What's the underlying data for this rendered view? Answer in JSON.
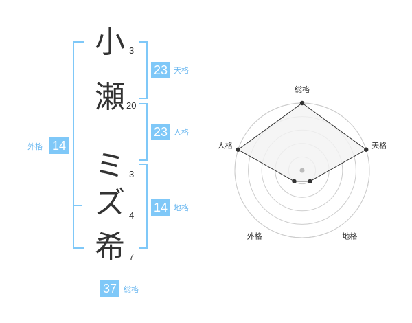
{
  "chars": [
    {
      "char": "小",
      "strokes": "3"
    },
    {
      "char": "瀬",
      "strokes": "20"
    },
    {
      "char": "ミ",
      "strokes": "3"
    },
    {
      "char": "ズ",
      "strokes": "4"
    },
    {
      "char": "希",
      "strokes": "7"
    }
  ],
  "fortunes": {
    "tenkaku": {
      "value": "23",
      "label": "天格"
    },
    "jinkaku": {
      "value": "23",
      "label": "人格"
    },
    "chikaku": {
      "value": "14",
      "label": "地格"
    },
    "gaikaku": {
      "value": "14",
      "label": "外格"
    },
    "soukaku": {
      "value": "37",
      "label": "総格"
    }
  },
  "chart_data": {
    "type": "radar",
    "axes": [
      "総格",
      "天格",
      "地格",
      "外格",
      "人格"
    ],
    "values": [
      5,
      5,
      1,
      1,
      5
    ],
    "range": [
      0,
      5
    ],
    "rings": 5,
    "colors": {
      "fill": "#f2f2f2",
      "line": "#333333",
      "grid": "#cccccc",
      "center": "#bbbbbb"
    }
  },
  "colors": {
    "accent": "#7fc8f8"
  }
}
